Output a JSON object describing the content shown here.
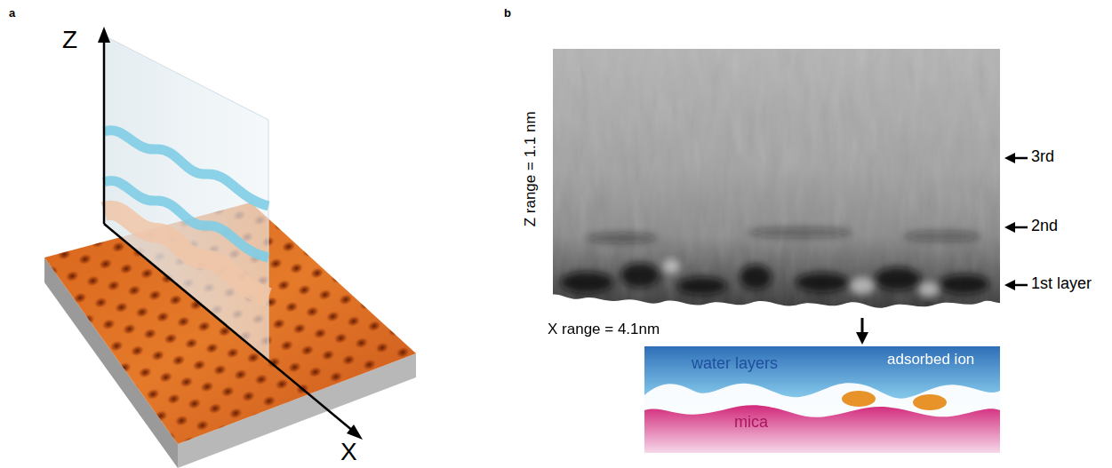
{
  "diagram": {
    "labels": [
      "a",
      "b",
      "Z",
      "X",
      "Z range = 1.1 nm",
      "3rd",
      "2nd",
      "1st layer",
      "X range = 4.1nm",
      "water layers",
      "adsorbed ion",
      "mica"
    ]
  }
}
